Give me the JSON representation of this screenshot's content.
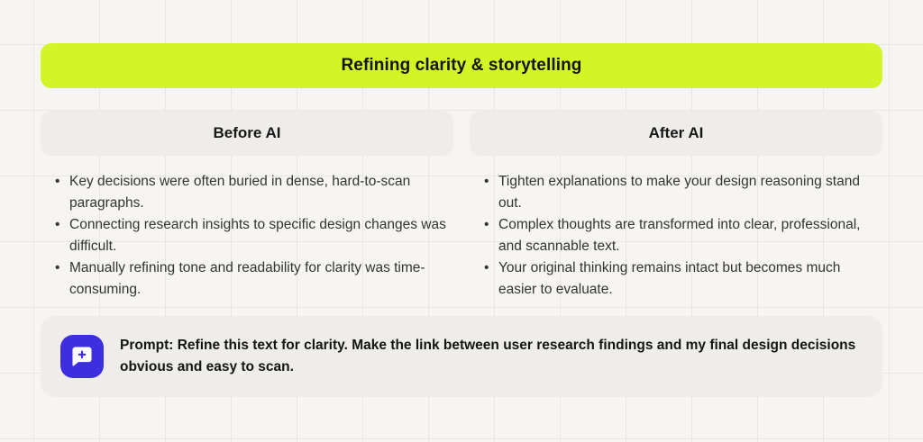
{
  "banner": {
    "title": "Refining clarity & storytelling"
  },
  "columns": [
    {
      "title": "Before AI",
      "bullets": [
        "Key decisions were often buried in dense, hard-to-scan paragraphs.",
        "Connecting research insights to specific design changes was difficult.",
        "Manually refining tone and readability for clarity was time-consuming."
      ]
    },
    {
      "title": "After AI",
      "bullets": [
        "Tighten explanations to make your design reasoning stand out.",
        "Complex thoughts are transformed into clear, professional, and scannable text.",
        "Your original thinking remains intact but becomes much easier to evaluate."
      ]
    }
  ],
  "prompt": {
    "icon": "message-plus-icon",
    "text": "Prompt: Refine this text for clarity. Make the link between user research findings and my final design decisions obvious and easy to scan."
  },
  "colors": {
    "accent_lime": "#d3f526",
    "panel_gray": "#efedea",
    "icon_indigo": "#3d2ee0",
    "text_dark": "#141414",
    "background": "#f7f5f2",
    "grid_line": "#e9e7e3"
  }
}
